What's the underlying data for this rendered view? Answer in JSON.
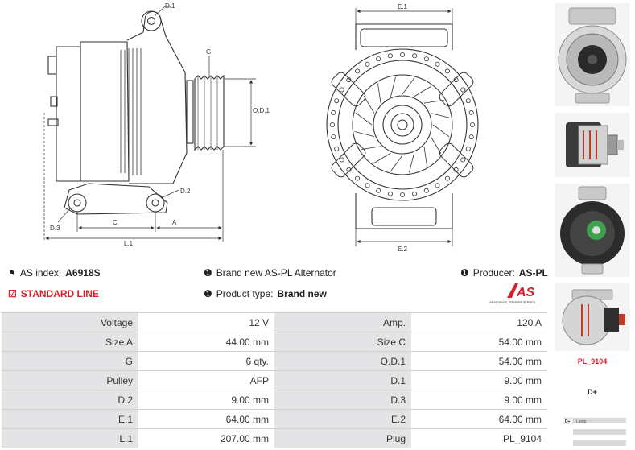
{
  "drawing": {
    "labels": {
      "d1": "D.1",
      "g": "G",
      "od1": "O.D.1",
      "d2": "D.2",
      "d3": "D.3",
      "c": "C",
      "a": "A",
      "l1": "L.1",
      "e1": "E.1",
      "e2": "E.2"
    }
  },
  "info": {
    "as_index_label": "AS index:",
    "as_index_value": "A6918S",
    "standard_line": "STANDARD LINE",
    "brand_text": "Brand new AS-PL Alternator",
    "product_type_label": "Product type:",
    "product_type_value": "Brand new",
    "producer_label": "Producer:",
    "producer_value": "AS-PL"
  },
  "logo": {
    "mark": "AS",
    "tagline": "Alternators, Starters & Parts"
  },
  "specs": [
    {
      "l1": "Voltage",
      "v1": "12 V",
      "l2": "Amp.",
      "v2": "120 A"
    },
    {
      "l1": "Size A",
      "v1": "44.00 mm",
      "l2": "Size C",
      "v2": "54.00 mm"
    },
    {
      "l1": "G",
      "v1": "6 qty.",
      "l2": "O.D.1",
      "v2": "54.00 mm"
    },
    {
      "l1": "Pulley",
      "v1": "AFP",
      "l2": "D.1",
      "v2": "9.00 mm"
    },
    {
      "l1": "D.2",
      "v1": "9.00 mm",
      "l2": "D.3",
      "v2": "9.00 mm"
    },
    {
      "l1": "E.1",
      "v1": "64.00 mm",
      "l2": "E.2",
      "v2": "64.00 mm"
    },
    {
      "l1": "L.1",
      "v1": "207.00 mm",
      "l2": "Plug",
      "v2": "PL_9104"
    }
  ],
  "side": {
    "plug_code": "PL_9104",
    "terminal": "D+",
    "connector_pin": "D+",
    "connector_text": "Lamp"
  },
  "colors": {
    "accent": "#d91f2b",
    "label_bg": "#e4e4e6",
    "border": "#d0d0d0"
  }
}
